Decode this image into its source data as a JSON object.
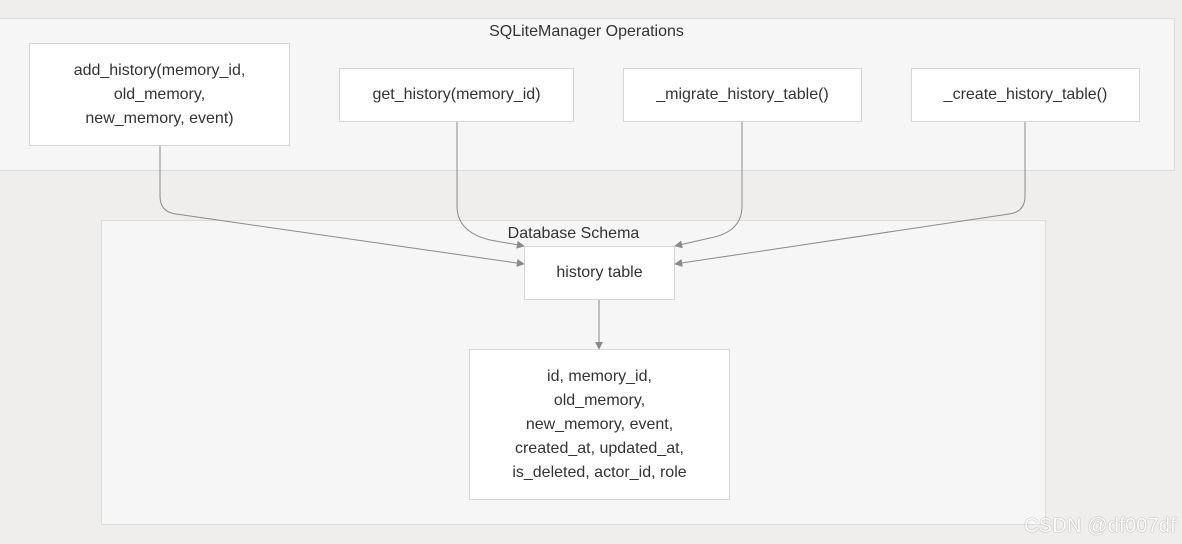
{
  "clusters": {
    "ops": {
      "title": "SQLiteManager Operations"
    },
    "schema": {
      "title": "Database Schema"
    }
  },
  "nodes": {
    "add_history": {
      "lines": [
        "add_history(memory_id,",
        "old_memory,",
        "new_memory, event)"
      ]
    },
    "get_history": {
      "lines": [
        "get_history(memory_id)"
      ]
    },
    "migrate": {
      "lines": [
        "_migrate_history_table()"
      ]
    },
    "create": {
      "lines": [
        "_create_history_table()"
      ]
    },
    "history_table": {
      "lines": [
        "history table"
      ]
    },
    "columns": {
      "lines": [
        "id, memory_id,",
        "old_memory,",
        "new_memory, event,",
        "created_at, updated_at,",
        "is_deleted, actor_id, role"
      ]
    }
  },
  "edges": [
    {
      "from": "add_history",
      "to": "history_table"
    },
    {
      "from": "get_history",
      "to": "history_table"
    },
    {
      "from": "migrate",
      "to": "history_table"
    },
    {
      "from": "create",
      "to": "history_table"
    },
    {
      "from": "history_table",
      "to": "columns"
    }
  ],
  "colors": {
    "edge": "#8a8a8a",
    "cluster_bg": "#f6f6f6",
    "node_bg": "#ffffff"
  },
  "watermark": "CSDN @df007df"
}
